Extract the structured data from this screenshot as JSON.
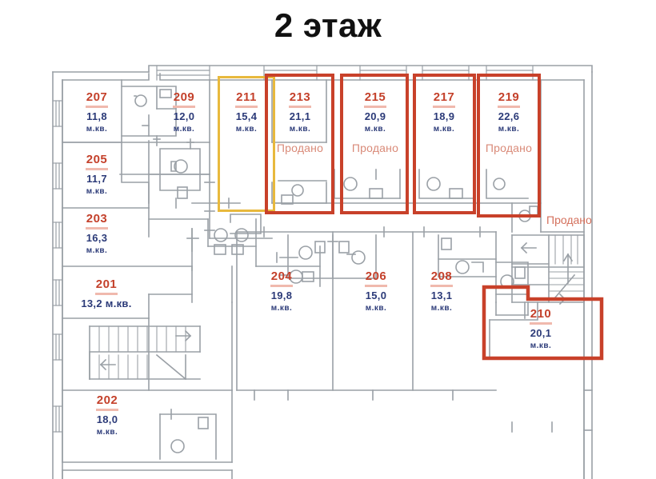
{
  "title": "2 этаж",
  "units": {
    "sqm_label": "м.кв.",
    "sold_label": "Продано"
  },
  "colors": {
    "room_number": "#c4412b",
    "room_number_underline": "#f0b9ad",
    "area_text": "#2b3a78",
    "sold_text": "#d98a78",
    "highlight_red": "#c8412a",
    "highlight_orange": "#e8b93d",
    "wall": "#9aa0a6",
    "background": "#ffffff"
  },
  "rooms": [
    {
      "number": "207",
      "area": "11,8",
      "unit": "м.кв.",
      "sold": false,
      "highlight": "none"
    },
    {
      "number": "205",
      "area": "11,7",
      "unit": "м.кв.",
      "sold": false,
      "highlight": "none"
    },
    {
      "number": "203",
      "area": "16,3",
      "unit": "м.кв.",
      "sold": false,
      "highlight": "none"
    },
    {
      "number": "201",
      "area": "13,2 м.кв.",
      "unit": "",
      "sold": false,
      "highlight": "none"
    },
    {
      "number": "202",
      "area": "18,0",
      "unit": "м.кв.",
      "sold": false,
      "highlight": "none"
    },
    {
      "number": "209",
      "area": "12,0",
      "unit": "м.кв.",
      "sold": false,
      "highlight": "none"
    },
    {
      "number": "211",
      "area": "15,4",
      "unit": "м.кв.",
      "sold": false,
      "highlight": "orange"
    },
    {
      "number": "213",
      "area": "21,1",
      "unit": "м.кв.",
      "sold": true,
      "highlight": "red"
    },
    {
      "number": "215",
      "area": "20,9",
      "unit": "м.кв.",
      "sold": true,
      "highlight": "red"
    },
    {
      "number": "217",
      "area": "18,9",
      "unit": "м.кв.",
      "sold": false,
      "highlight": "red"
    },
    {
      "number": "219",
      "area": "22,6",
      "unit": "м.кв.",
      "sold": true,
      "highlight": "red"
    },
    {
      "number": "204",
      "area": "19,8",
      "unit": "м.кв.",
      "sold": false,
      "highlight": "none"
    },
    {
      "number": "206",
      "area": "15,0",
      "unit": "м.кв.",
      "sold": false,
      "highlight": "none"
    },
    {
      "number": "208",
      "area": "13,1",
      "unit": "м.кв.",
      "sold": false,
      "highlight": "none"
    },
    {
      "number": "210",
      "area": "20,1",
      "unit": "м.кв.",
      "sold": false,
      "highlight": "red"
    }
  ],
  "standalone_sold": "Продано"
}
